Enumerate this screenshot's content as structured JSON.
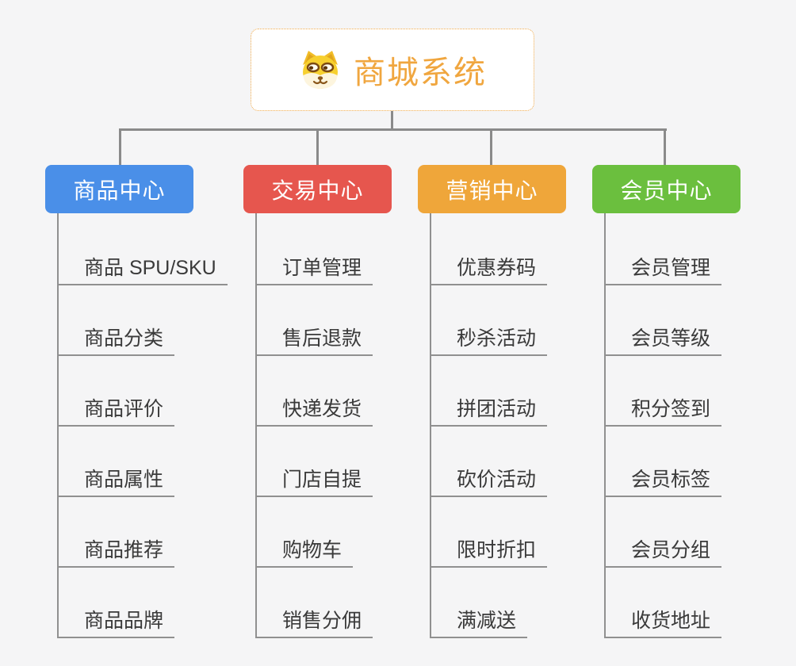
{
  "root": {
    "title": "商城系统",
    "icon": "shiba-dog-icon",
    "title_color": "#f0a63f",
    "border_color": "#efa94a"
  },
  "connector_color": "#8a8a8a",
  "leaf_line_color": "#909090",
  "background_color": "#f5f5f6",
  "branches": [
    {
      "label": "商品中心",
      "color": "#4a8fe8",
      "children": [
        "商品 SPU/SKU",
        "商品分类",
        "商品评价",
        "商品属性",
        "商品推荐",
        "商品品牌"
      ]
    },
    {
      "label": "交易中心",
      "color": "#e6564e",
      "children": [
        "订单管理",
        "售后退款",
        "快递发货",
        "门店自提",
        "购物车",
        "销售分佣"
      ]
    },
    {
      "label": "营销中心",
      "color": "#efa63a",
      "children": [
        "优惠券码",
        "秒杀活动",
        "拼团活动",
        "砍价活动",
        "限时折扣",
        "满减送"
      ]
    },
    {
      "label": "会员中心",
      "color": "#6bbf3e",
      "children": [
        "会员管理",
        "会员等级",
        "积分签到",
        "会员标签",
        "会员分组",
        "收货地址"
      ]
    }
  ]
}
